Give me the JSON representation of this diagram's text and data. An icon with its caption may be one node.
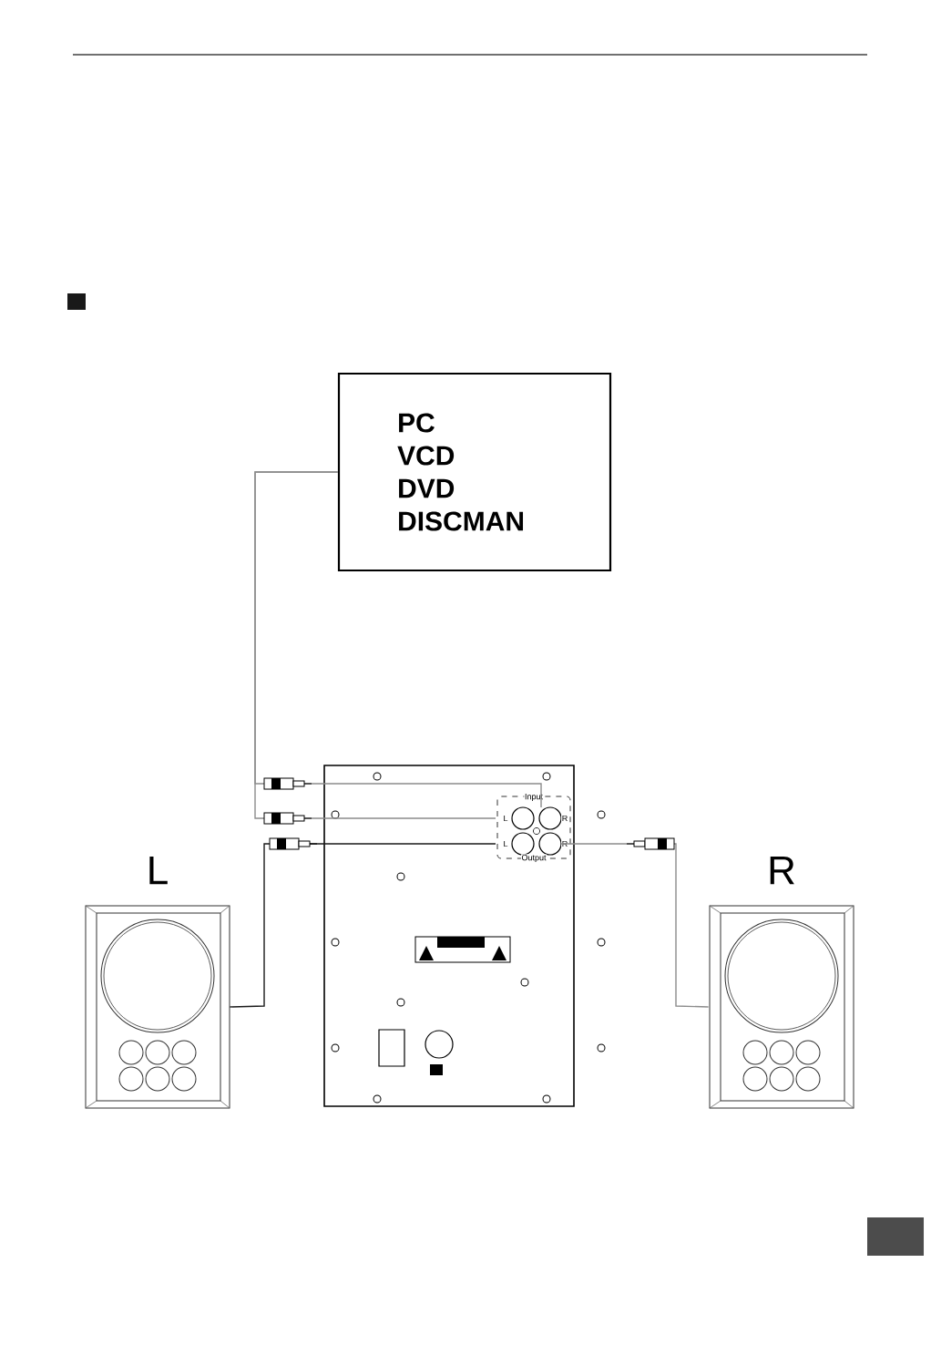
{
  "diagram": {
    "nodes": [
      {
        "text": [
          "PC",
          "VCD",
          "DVD",
          "DISCMAN"
        ]
      },
      {
        "text": [],
        "shape": "box"
      },
      {
        "text": [],
        "shape": "box",
        "beside": [
          "L"
        ]
      },
      {
        "text": [],
        "shape": "box",
        "beside": [
          "R"
        ]
      }
    ],
    "edges": [
      {
        "from": 0,
        "to": 1,
        "arrow": "none"
      },
      {
        "from": 0,
        "to": 1,
        "arrow": "none"
      },
      {
        "from": 2,
        "to": 1,
        "arrow": "none",
        "color": "#1a1a1a"
      },
      {
        "from": 1,
        "to": 3,
        "arrow": "none"
      }
    ],
    "labels": [
      "Input",
      "L",
      "R",
      "L",
      "R",
      "Output"
    ]
  }
}
